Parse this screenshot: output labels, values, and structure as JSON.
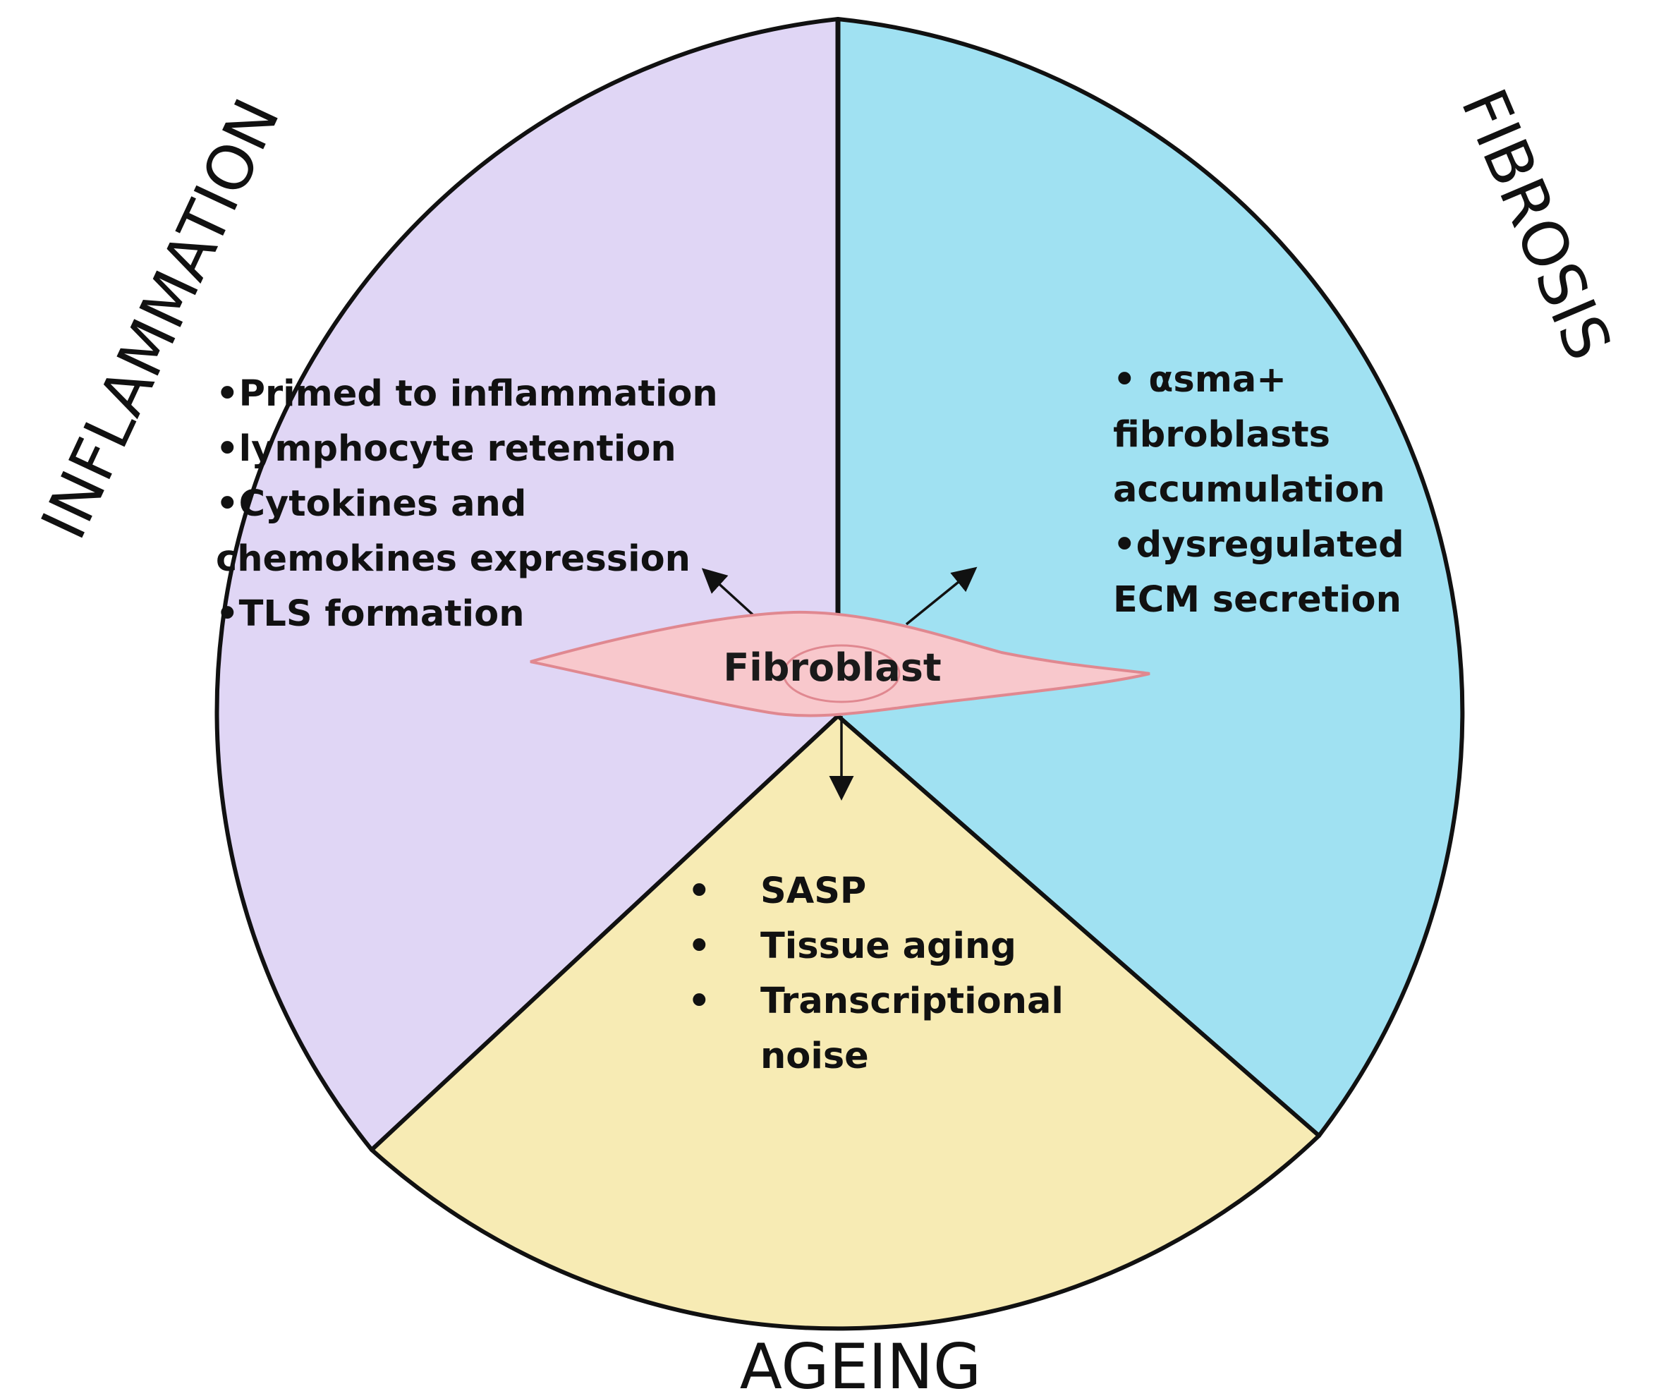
{
  "colors": {
    "inflammation": "#e0d6f5",
    "fibrosis": "#a0e1f2",
    "ageing": "#f7ebb4",
    "cell_fill": "#f8c8cc",
    "cell_stroke": "#e08890",
    "outline": "#111111"
  },
  "sectors": {
    "inflammation": {
      "title": "INFLAMMATION",
      "items": [
        "•Primed to inflammation",
        "•lymphocyte retention",
        "•Cytokines and",
        "chemokines expression",
        "•TLS formation"
      ]
    },
    "fibrosis": {
      "title": "FIBROSIS",
      "items": [
        "• αsma+",
        "fibroblasts",
        "accumulation",
        "•dysregulated",
        "ECM secretion"
      ]
    },
    "ageing": {
      "title": "AGEING",
      "bullets": [
        "•",
        "•",
        "•"
      ],
      "items": [
        "SASP",
        "Tissue aging",
        "Transcriptional",
        "noise"
      ]
    }
  },
  "center": {
    "label": "Fibroblast"
  }
}
